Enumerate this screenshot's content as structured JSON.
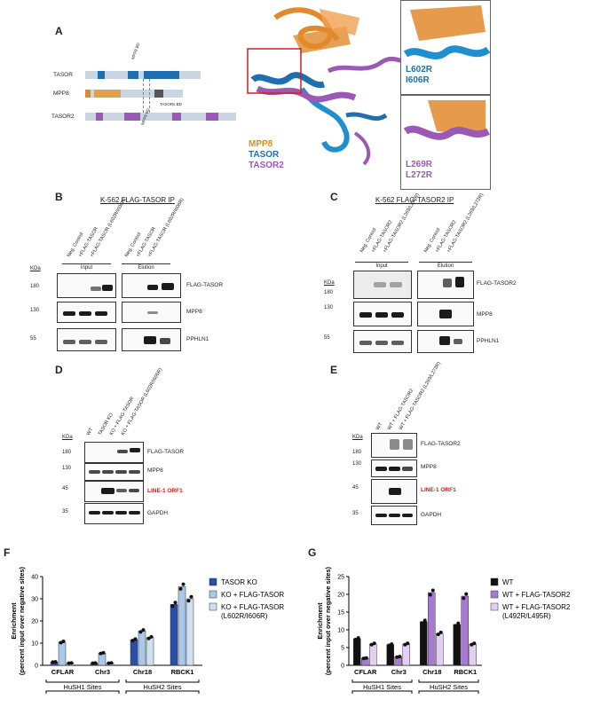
{
  "panels": {
    "A": "A",
    "B": "B",
    "C": "C",
    "D": "D",
    "E": "E",
    "F": "F",
    "G": "G"
  },
  "panelA": {
    "domains": [
      "TASOR",
      "MPP8",
      "TASOR2"
    ],
    "mpp8_bd": "MPP8 BD",
    "tasors_bd": "TASORs BD",
    "legend": [
      "MPP8",
      "TASOR",
      "TASOR2"
    ],
    "legend_colors": [
      "#e08a2c",
      "#1f6fae",
      "#9b59b6"
    ],
    "inset1": [
      "L602R",
      "I606R"
    ],
    "inset2": [
      "L269R",
      "L272R"
    ]
  },
  "panelB": {
    "title": "K-562 FLAG-TASOR IP",
    "lanes": [
      "Neg. Control",
      "+FLAG-TASOR",
      "+FLAG-TASOR (L602R/I606R)",
      "Neg. Control",
      "+FLAG-TASOR",
      "+FLAG-TASOR (L602R/I606R)"
    ],
    "groups": [
      "Input",
      "Elution"
    ],
    "kda": "KDa",
    "mw": [
      "180",
      "130",
      "55"
    ],
    "rows": [
      "FLAG-TASOR",
      "MPP8",
      "PPHLN1"
    ]
  },
  "panelC": {
    "title": "K-562 FLAG-TASOR2 IP",
    "lanes": [
      "Neg. Control",
      "+FLAG-TASOR2",
      "+FLAG-TASOR2 (L269/L272R)",
      "Neg. Control",
      "+FLAG-TASOR2",
      "+FLAG-TASOR2 (L269/L272R)"
    ],
    "groups": [
      "Input",
      "Elution"
    ],
    "kda": "KDa",
    "mw": [
      "180",
      "130",
      "55"
    ],
    "rows": [
      "FLAG-TASOR2",
      "MPP8",
      "PPHLN1"
    ]
  },
  "panelD": {
    "lanes": [
      "WT",
      "TASOR KO",
      "KO + FLAG-TASOR",
      "KO + FLAG-TASOR (L602R/I606R)"
    ],
    "kda": "KDa",
    "mw": [
      "180",
      "130",
      "45",
      "35"
    ],
    "rows": [
      "FLAG-TASOR",
      "MPP8",
      "LINE-1 ORF1",
      "GAPDH"
    ]
  },
  "panelE": {
    "lanes": [
      "WT",
      "WT + FLAG-TASOR2",
      "WT + FLAG-TASOR2 (L269/L272R)"
    ],
    "kda": "KDa",
    "mw": [
      "180",
      "130",
      "45",
      "35"
    ],
    "rows": [
      "FLAG-TASOR2",
      "MPP8",
      "LINE-1 ORF1",
      "GAPDH"
    ]
  },
  "chart_data": [
    {
      "type": "bar",
      "ylabel": "Enrichment",
      "ylabel2": "(percent input over negative sites)",
      "categories": [
        "CFLAR",
        "Chr3",
        "Chr18",
        "RBCK1"
      ],
      "groups": [
        "HuSH1 Sites",
        "HuSH2 Sites"
      ],
      "ylim": [
        0,
        40
      ],
      "yticks": [
        0,
        10,
        20,
        30,
        40
      ],
      "series": [
        {
          "name": "TASOR KO",
          "color": "#2b4fa8",
          "values": [
            1.5,
            1.0,
            11.5,
            27.5
          ]
        },
        {
          "name": "KO + FLAG-TASOR",
          "color": "#a9c8ea",
          "values": [
            10.5,
            5.5,
            15.5,
            35.5
          ]
        },
        {
          "name": "KO + FLAG-TASOR (L602R/I606R)",
          "color": "#cfe0f2",
          "values": [
            1.0,
            1.0,
            12.5,
            30.0
          ]
        }
      ]
    },
    {
      "type": "bar",
      "ylabel": "Enrichment",
      "ylabel2": "(percent input over negative sites)",
      "categories": [
        "CFLAR",
        "Chr3",
        "Chr18",
        "RBCK1"
      ],
      "groups": [
        "HuSH1 Sites",
        "HuSH2 Sites"
      ],
      "ylim": [
        0,
        25
      ],
      "yticks": [
        0,
        5,
        10,
        15,
        20,
        25
      ],
      "series": [
        {
          "name": "WT",
          "color": "#111111",
          "values": [
            7.5,
            5.8,
            12.3,
            11.5
          ]
        },
        {
          "name": "WT + FLAG-TASOR2",
          "color": "#a67ad0",
          "values": [
            2.0,
            2.4,
            20.5,
            19.5
          ]
        },
        {
          "name": "WT + FLAG-TASOR2 (L492R/L495R)",
          "color": "#e3cff2",
          "values": [
            6.0,
            6.0,
            9.0,
            6.0
          ]
        }
      ]
    }
  ]
}
